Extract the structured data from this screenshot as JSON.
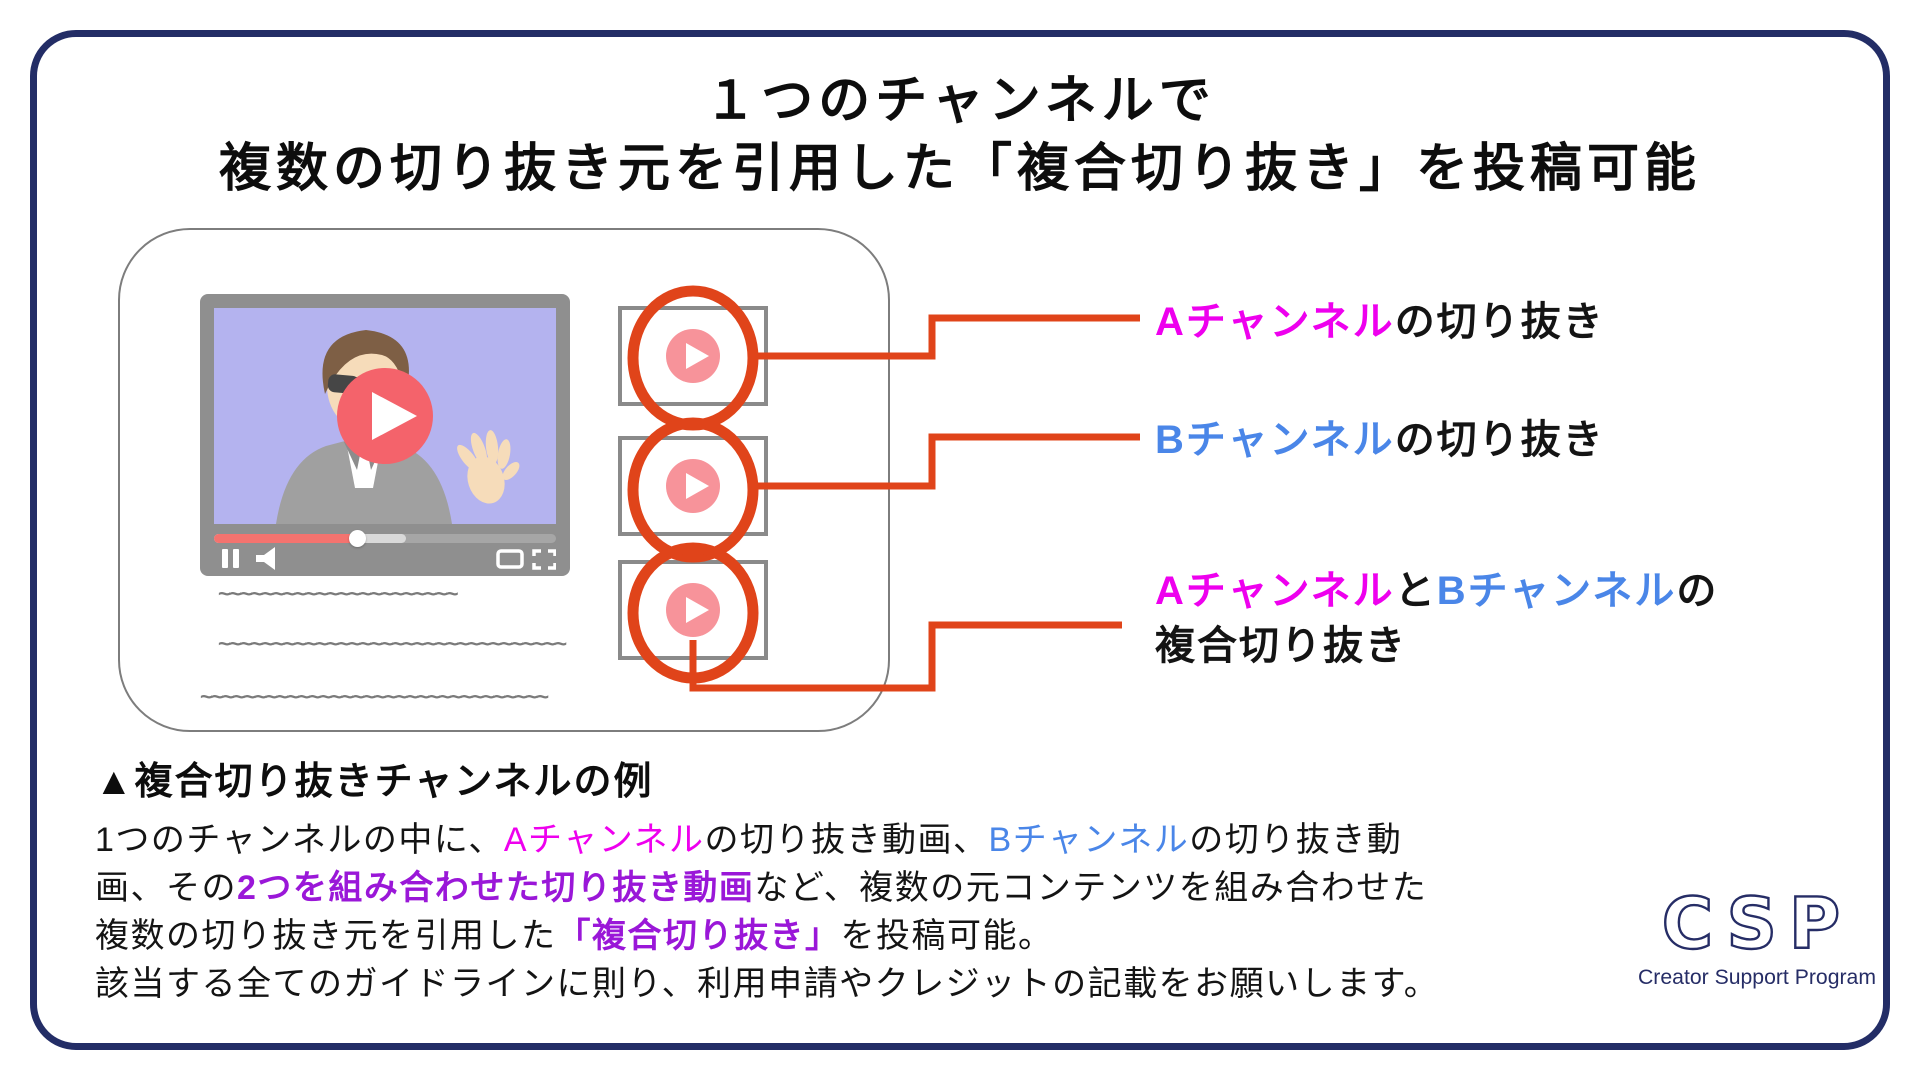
{
  "title": {
    "line1": "１つのチャンネルで",
    "line2": "複数の切り抜き元を引用した「複合切り抜き」を投稿可能"
  },
  "illustration": {
    "squiggle_line1": "~~~~~~~~~~~~~~~~~~~~~~",
    "squiggle_line2": "~~~~~~~~~~~~~~~~~~~~~~~~~~~~~~~~",
    "squiggle_line3": "~~~~~~~~~~~~~~~~~~~~~~~~~~~~~~~~",
    "icons": [
      "play-button-icon",
      "pause-icon",
      "speaker-icon",
      "pip-icon",
      "fullscreen-icon"
    ]
  },
  "labels": {
    "a_clip": {
      "channel": "Aチャンネル",
      "rest": "の切り抜き"
    },
    "b_clip": {
      "channel": "Bチャンネル",
      "rest": "の切り抜き"
    },
    "ab_clip": {
      "a": "Aチャンネル",
      "and": "と",
      "b": "Bチャンネル",
      "no": "の",
      "line2": "複合切り抜き"
    }
  },
  "caption": "▲複合切り抜きチャンネルの例",
  "body": {
    "l1a": "1つのチャンネルの中に、",
    "l1b": "Aチャンネル",
    "l1c": "の切り抜き動画、",
    "l1d": "Bチャンネル",
    "l1e": "の切り抜き動",
    "l2a": "画、その",
    "l2b": "2つを組み合わせた切り抜き動画",
    "l2c": "など、複数の元コンテンツを組み合わせた",
    "l3a": "複数の切り抜き元を引用した",
    "l3b": "「複合切り抜き」",
    "l3c": "を投稿可能。",
    "l4": "該当する全てのガイドラインに則り、利用申請やクレジットの記載をお願いします。"
  },
  "logo": {
    "acronym": "CSP",
    "subtitle": "Creator Support Program"
  },
  "colors": {
    "card_border_navy": "#232d66",
    "accent_red_orange": "#e0441a",
    "channel_a_magenta": "#ee00ee",
    "channel_b_blue": "#4a86e8",
    "highlight_purple": "#9a17d8",
    "player_play_red": "#f4636b",
    "thumb_play_pink": "#f7939a",
    "video_lavender": "#b4b3ef",
    "player_frame_gray": "#8f8f8f",
    "logo_navy": "#262d66"
  }
}
